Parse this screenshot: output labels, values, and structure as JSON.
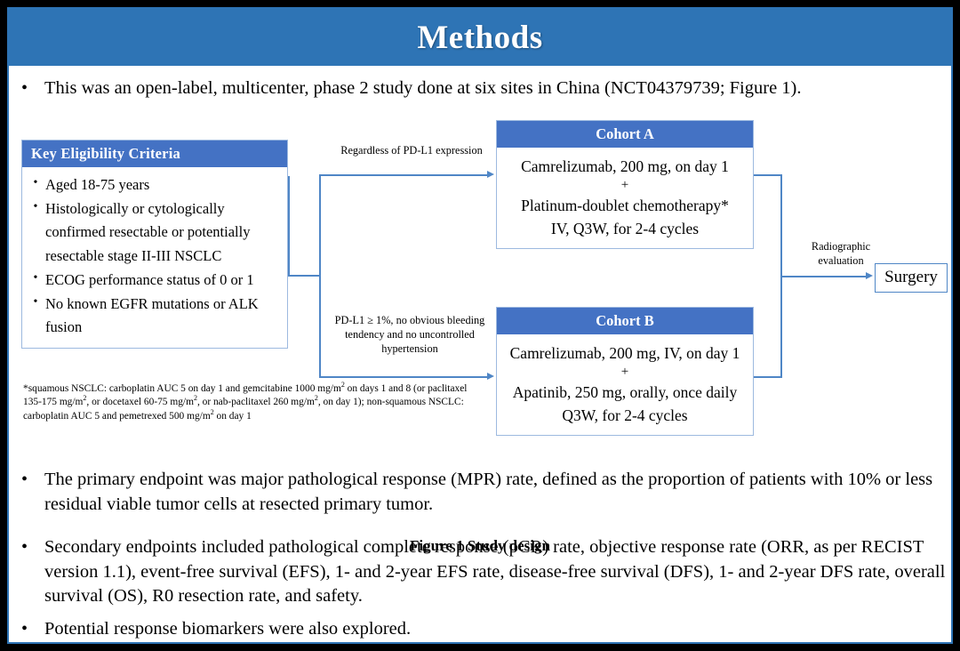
{
  "slide": {
    "title": "Methods",
    "banner_color": "#2E74B5",
    "box_header_color": "#4472C4",
    "connector_color": "#4F86C6"
  },
  "intro_bullet": {
    "marker": "•",
    "text": "This was an open-label, multicenter, phase 2 study done at six sites in China (NCT04379739; Figure 1)."
  },
  "figure": {
    "caption": "Figure 1 Study design",
    "eligibility": {
      "header": "Key  Eligibility Criteria",
      "marker": "•",
      "items": [
        "Aged 18-75 years",
        "Histologically or cytologically confirmed resectable or potentially resectable stage II-III  NSCLC",
        "ECOG performance status of 0 or 1",
        "No known EGFR mutations or ALK fusion"
      ]
    },
    "footnote": {
      "part1": "*squamous NSCLC: carboplatin AUC 5 on day 1 and gemcitabine 1000 mg/m",
      "sup1": "2",
      "part2": " on days 1 and 8 (or paclitaxel 135-175  mg/m",
      "sup2": "2",
      "part3": ", or docetaxel 60-75 mg/m",
      "sup3": "2",
      "part4": ", or nab-paclitaxel 260 mg/m",
      "sup4": "2",
      "part5": ", on day 1); non-squamous NSCLC: carboplatin AUC 5 and pemetrexed 500 mg/m",
      "sup5": "2",
      "part6": " on day 1"
    },
    "branch_labels": {
      "top": "Regardless  of PD-L1 expression",
      "bottom": "PD-L1 ≥ 1%, no obvious bleeding tendency  and no uncontrolled  hypertension",
      "right": "Radiographic evaluation"
    },
    "cohort_a": {
      "header": "Cohort A",
      "line1": "Camrelizumab, 200 mg, on day 1",
      "plus": "+",
      "line2": "Platinum-doublet chemotherapy*",
      "line3": "IV, Q3W, for 2-4 cycles"
    },
    "cohort_b": {
      "header": "Cohort B",
      "line1": "Camrelizumab, 200 mg, IV, on day 1",
      "plus": "+",
      "line2": "Apatinib, 250 mg, orally, once daily",
      "line3": "Q3W, for 2-4 cycles"
    },
    "surgery": {
      "label": "Surgery"
    }
  },
  "endpoints": {
    "marker": "•",
    "primary": "The primary endpoint was major pathological response (MPR) rate, defined as the proportion of patients with 10% or less residual viable tumor cells at resected primary tumor.",
    "secondary": "Secondary endpoints included pathological complete response (pCR) rate, objective response rate (ORR, as per RECIST version 1.1), event-free survival (EFS), 1- and 2-year EFS rate, disease-free survival (DFS), 1- and 2-year DFS rate, overall survival (OS), R0 resection rate, and safety.",
    "biomarker": "Potential response biomarkers were also explored."
  }
}
